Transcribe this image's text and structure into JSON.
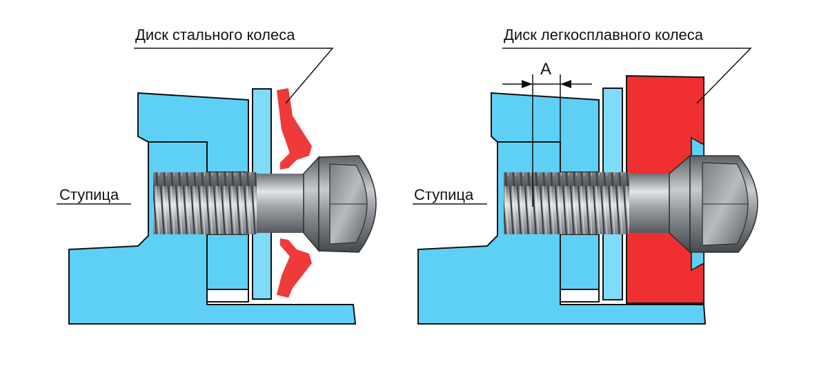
{
  "labels": {
    "steel_wheel_disc": "Диск стального колеса",
    "alloy_wheel_disc": "Диск легкосплавного колеса",
    "hub_left": "Ступица",
    "hub_right": "Ступица",
    "dimension_a": "А"
  },
  "colors": {
    "hub": "#5fd0f5",
    "hub_light": "#7fdcf8",
    "steel_disc": "#f03a3a",
    "alloy_disc": "#f03030",
    "outline": "#111111",
    "bolt": "#8a8e92"
  }
}
